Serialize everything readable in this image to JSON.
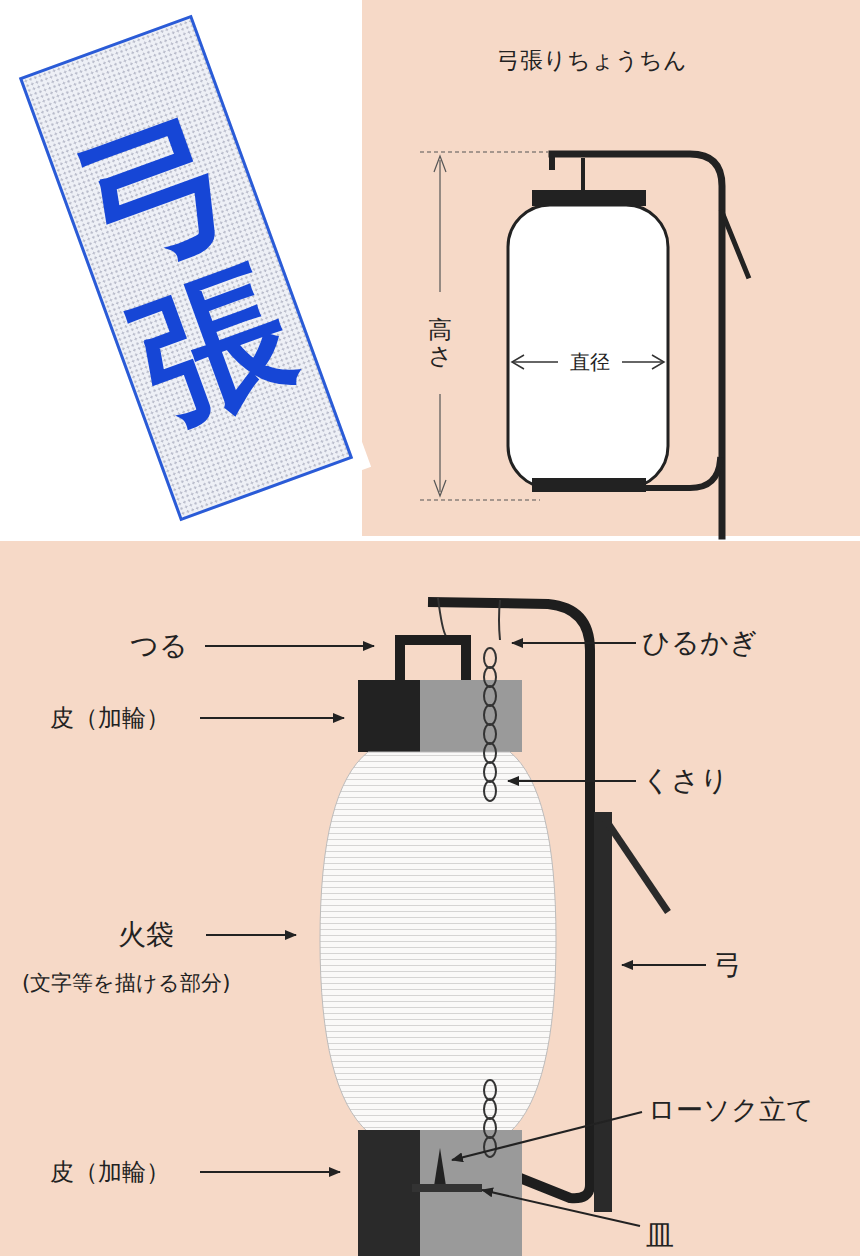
{
  "diagram": {
    "title": "弓張りちょうちん",
    "nodes": [
      {
        "text": [
          "弓張"
        ]
      }
    ],
    "labels": [
      "高さ",
      "直径",
      "つる",
      "皮（加輪）",
      "ひるかぎ",
      "くさり",
      "火袋",
      "(文字等を描ける部分)",
      "弓",
      "ローソク立て",
      "皮（加輪）",
      "皿"
    ]
  }
}
